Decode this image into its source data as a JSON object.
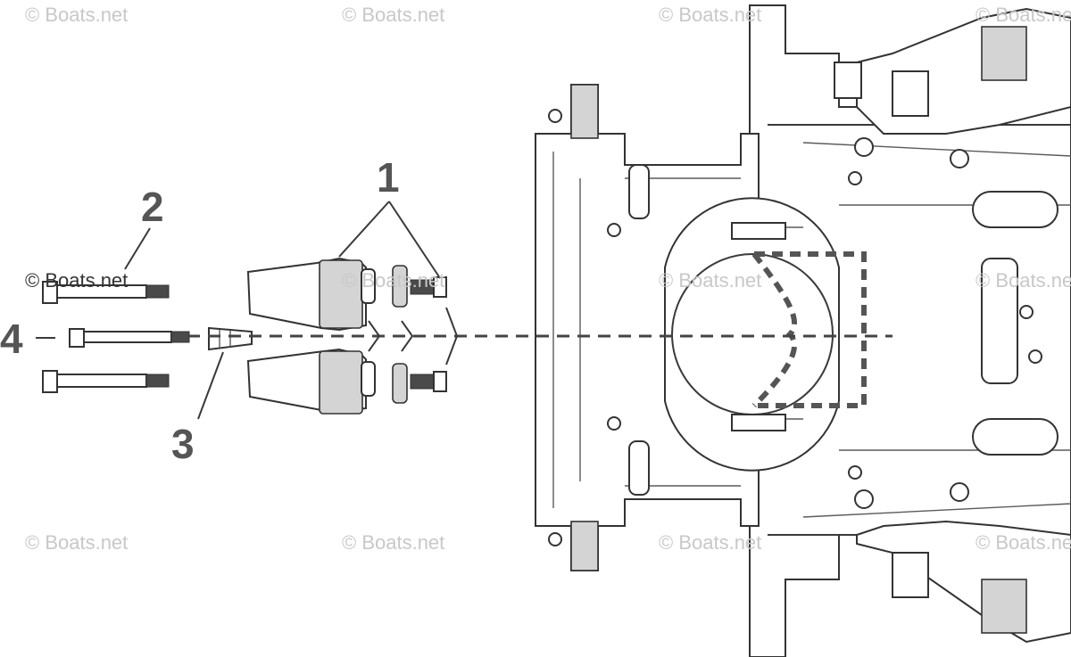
{
  "watermark": {
    "text": "© Boats.net"
  },
  "callouts": {
    "c1": "1",
    "c2": "2",
    "c3": "3",
    "c4": "4"
  },
  "colors": {
    "line": "#3a3a3a",
    "watermark": "#c8c8c8",
    "callout": "#555555",
    "shading": "#d4d4d4"
  }
}
